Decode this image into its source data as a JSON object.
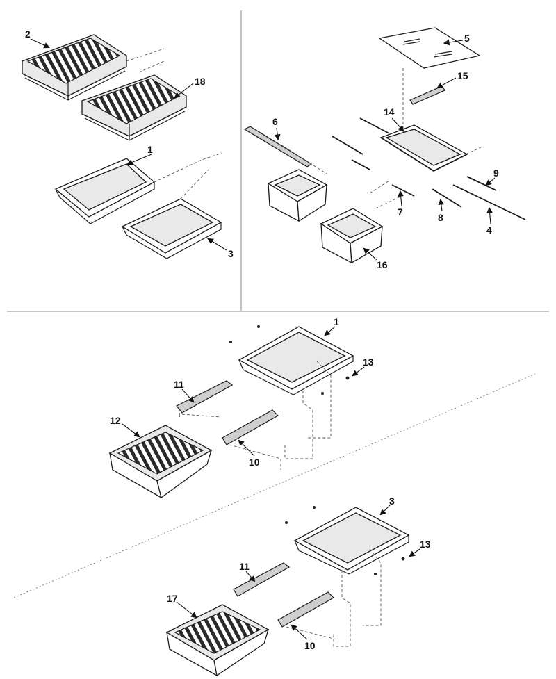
{
  "callouts": {
    "c1a": "1",
    "c2": "2",
    "c3a": "3",
    "c18": "18",
    "c5": "5",
    "c15": "15",
    "c14": "14",
    "c6": "6",
    "c9": "9",
    "c7": "7",
    "c8": "8",
    "c4": "4",
    "c16": "16",
    "c1b": "1",
    "c13a": "13",
    "c11a": "11",
    "c12": "12",
    "c10a": "10",
    "c3b": "3",
    "c13b": "13",
    "c11b": "11",
    "c17": "17",
    "c10b": "10"
  },
  "colors": {
    "line": "#1a1a1a",
    "panel_fill": "#e9e9e9",
    "divider": "#8a8a8a"
  },
  "icons": {
    "part": "exploded-part-drawing",
    "leader": "arrow-leader"
  }
}
